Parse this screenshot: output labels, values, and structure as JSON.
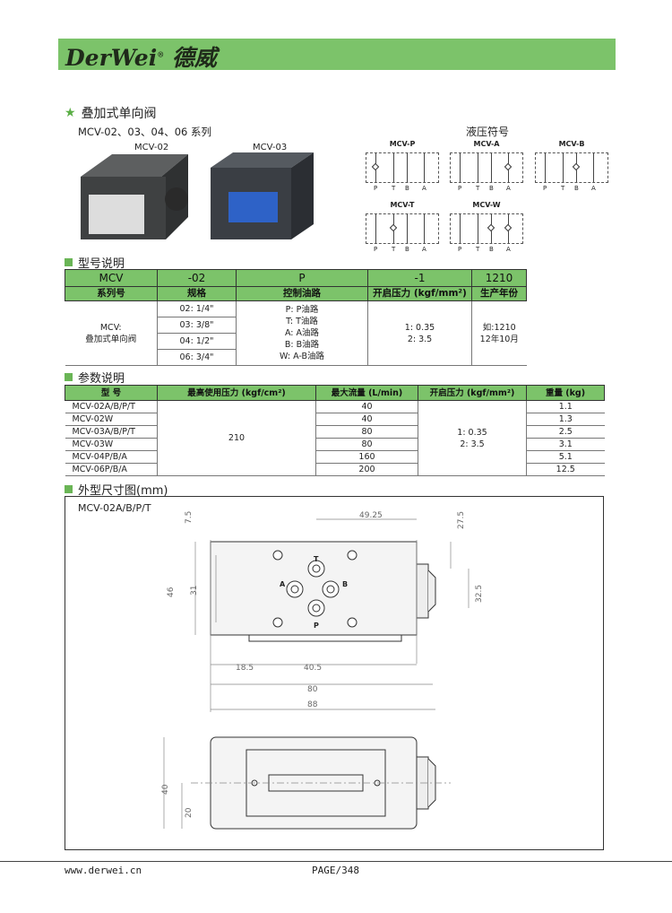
{
  "header": {
    "logo_text": "DerWei",
    "logo_cn": "德威",
    "logo_mark": "®"
  },
  "product": {
    "title": "叠加式单向阀",
    "subtitle": "MCV-02、03、04、06 系列",
    "photos": [
      "MCV-02",
      "MCV-03"
    ]
  },
  "symbols": {
    "title": "液压符号",
    "ports": [
      "P",
      "T",
      "B",
      "A"
    ],
    "items": [
      "MCV-P",
      "MCV-A",
      "MCV-B",
      "MCV-T",
      "MCV-W"
    ]
  },
  "model_section": {
    "title": "型号说明",
    "codes": [
      "MCV",
      "-02",
      "P",
      "-1",
      "1210"
    ],
    "headers": [
      "系列号",
      "规格",
      "控制油路",
      "开启压力 (kgf/mm²)",
      "生产年份"
    ],
    "series": [
      "MCV:",
      "叠加式单向阀"
    ],
    "sizes": [
      "02: 1/4\"",
      "03: 3/8\"",
      "04: 1/2\"",
      "06: 3/4\""
    ],
    "paths": [
      "P: P油路",
      "T: T油路",
      "A: A油路",
      "B: B油路",
      "W: A-B油路"
    ],
    "pressure": [
      "1:  0.35",
      "2:  3.5"
    ],
    "year": [
      "如:1210",
      "12年10月"
    ]
  },
  "param_section": {
    "title": "参数说明",
    "headers": [
      "型  号",
      "最高使用压力 (kgf/cm²)",
      "最大流量 (L/min)",
      "开启压力 (kgf/mm²)",
      "重量 (kg)"
    ],
    "max_pressure": "210",
    "pressure": [
      "1:  0.35",
      "2:  3.5"
    ],
    "rows": [
      {
        "model": "MCV-02A/B/P/T",
        "flow": "40",
        "weight": "1.1"
      },
      {
        "model": "MCV-02W",
        "flow": "40",
        "weight": "1.3"
      },
      {
        "model": "MCV-03A/B/P/T",
        "flow": "80",
        "weight": "2.5"
      },
      {
        "model": "MCV-03W",
        "flow": "80",
        "weight": "3.1"
      },
      {
        "model": "MCV-04P/B/A",
        "flow": "160",
        "weight": "5.1"
      },
      {
        "model": "MCV-06P/B/A",
        "flow": "200",
        "weight": "12.5"
      }
    ]
  },
  "drawing": {
    "title": "外型尺寸图(mm)",
    "model": "MCV-02A/B/P/T",
    "dims": {
      "d1": "7.5",
      "d2": "49.25",
      "d3": "27.5",
      "d4": "46",
      "d5": "31",
      "d6": "32.5",
      "d7": "18.5",
      "d8": "40.5",
      "d9": "80",
      "d10": "88",
      "d11": "40",
      "d12": "20"
    },
    "ports": [
      "T",
      "A",
      "B",
      "P"
    ]
  },
  "footer": {
    "site": "www.derwei.cn",
    "page": "PAGE/348"
  }
}
